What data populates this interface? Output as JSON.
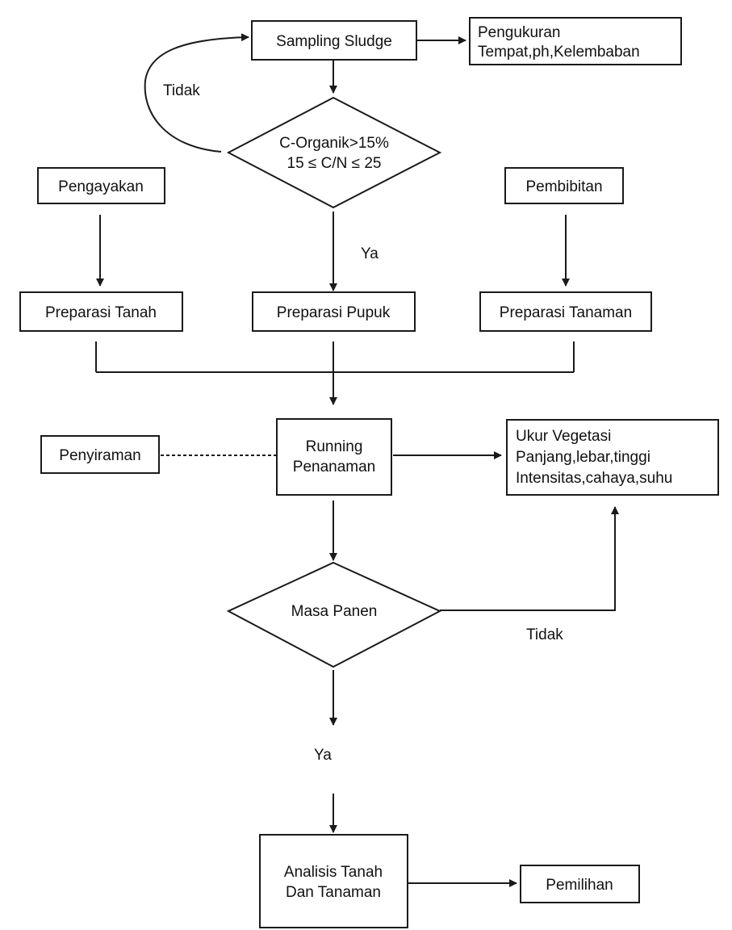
{
  "nodes": {
    "sampling": "Sampling Sludge",
    "pengukuran_1": "Pengukuran",
    "pengukuran_2": "Tempat,ph,Kelembaban",
    "decision_c_1": "C-Organik>15%",
    "decision_c_2": "15 ≤ C/N ≤ 25",
    "pengayakan": "Pengayakan",
    "pembibitan": "Pembibitan",
    "prep_tanah": "Preparasi Tanah",
    "prep_pupuk": "Preparasi Pupuk",
    "prep_tanaman": "Preparasi Tanaman",
    "penyiraman": "Penyiraman",
    "running_1": "Running",
    "running_2": "Penanaman",
    "ukur_1": "Ukur Vegetasi",
    "ukur_2": "Panjang,lebar,tinggi",
    "ukur_3": "Intensitas,cahaya,suhu",
    "masa_panen": "Masa Panen",
    "analisis_1": "Analisis Tanah",
    "analisis_2": "Dan Tanaman",
    "pemilihan": "Pemilihan"
  },
  "edge_labels": {
    "tidak_top": "Tidak",
    "ya_top": "Ya",
    "tidak_bottom": "Tidak",
    "ya_bottom": "Ya"
  }
}
